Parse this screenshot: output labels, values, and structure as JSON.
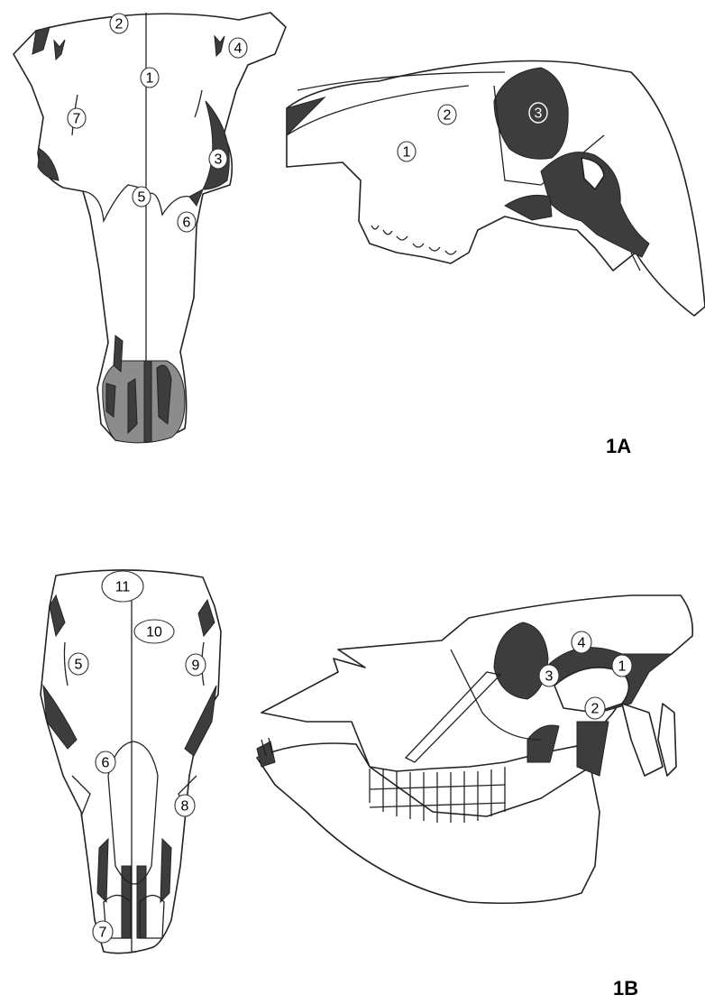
{
  "panels": [
    {
      "label": "1A",
      "views": [
        {
          "view": "dorsal",
          "markers": [
            "2",
            "4",
            "1",
            "7",
            "3",
            "5",
            "6"
          ]
        },
        {
          "view": "lateral",
          "markers": [
            "2",
            "3",
            "1"
          ]
        }
      ]
    },
    {
      "label": "1B",
      "views": [
        {
          "view": "dorsal",
          "markers": [
            "11",
            "10",
            "5",
            "9",
            "6",
            "8",
            "7"
          ]
        },
        {
          "view": "lateral",
          "markers": [
            "4",
            "1",
            "3",
            "2"
          ]
        }
      ]
    }
  ],
  "colors": {
    "outline": "#222222",
    "dark_fill": "#3d3d3d",
    "grey_fill": "#8c8c8c",
    "background": "#ffffff"
  }
}
